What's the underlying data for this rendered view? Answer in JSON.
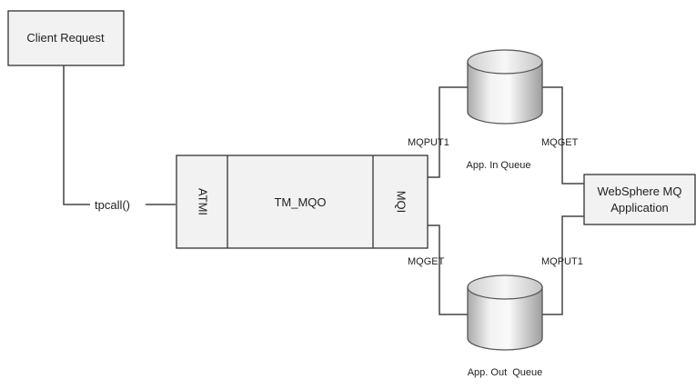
{
  "client_request": "Client Request",
  "tpcall": "tpcall()",
  "atmi": "ATMI",
  "tm_mqo": "TM_MQO",
  "mqi": "MQI",
  "websphere": {
    "line1": "WebSphere MQ",
    "line2": "Application"
  },
  "in_queue": {
    "label": "App. In Queue",
    "put_label": "MQPUT1",
    "get_label": "MQGET"
  },
  "out_queue": {
    "label": "App. Out  Queue",
    "get_label": "MQGET",
    "put_label": "MQPUT1"
  },
  "colors": {
    "box_fill": "#f2f2f2",
    "line": "#444444",
    "cylinder_light": "#fafafa",
    "cylinder_mid": "#e4e4e4",
    "cylinder_dark": "#a9a9a9"
  }
}
